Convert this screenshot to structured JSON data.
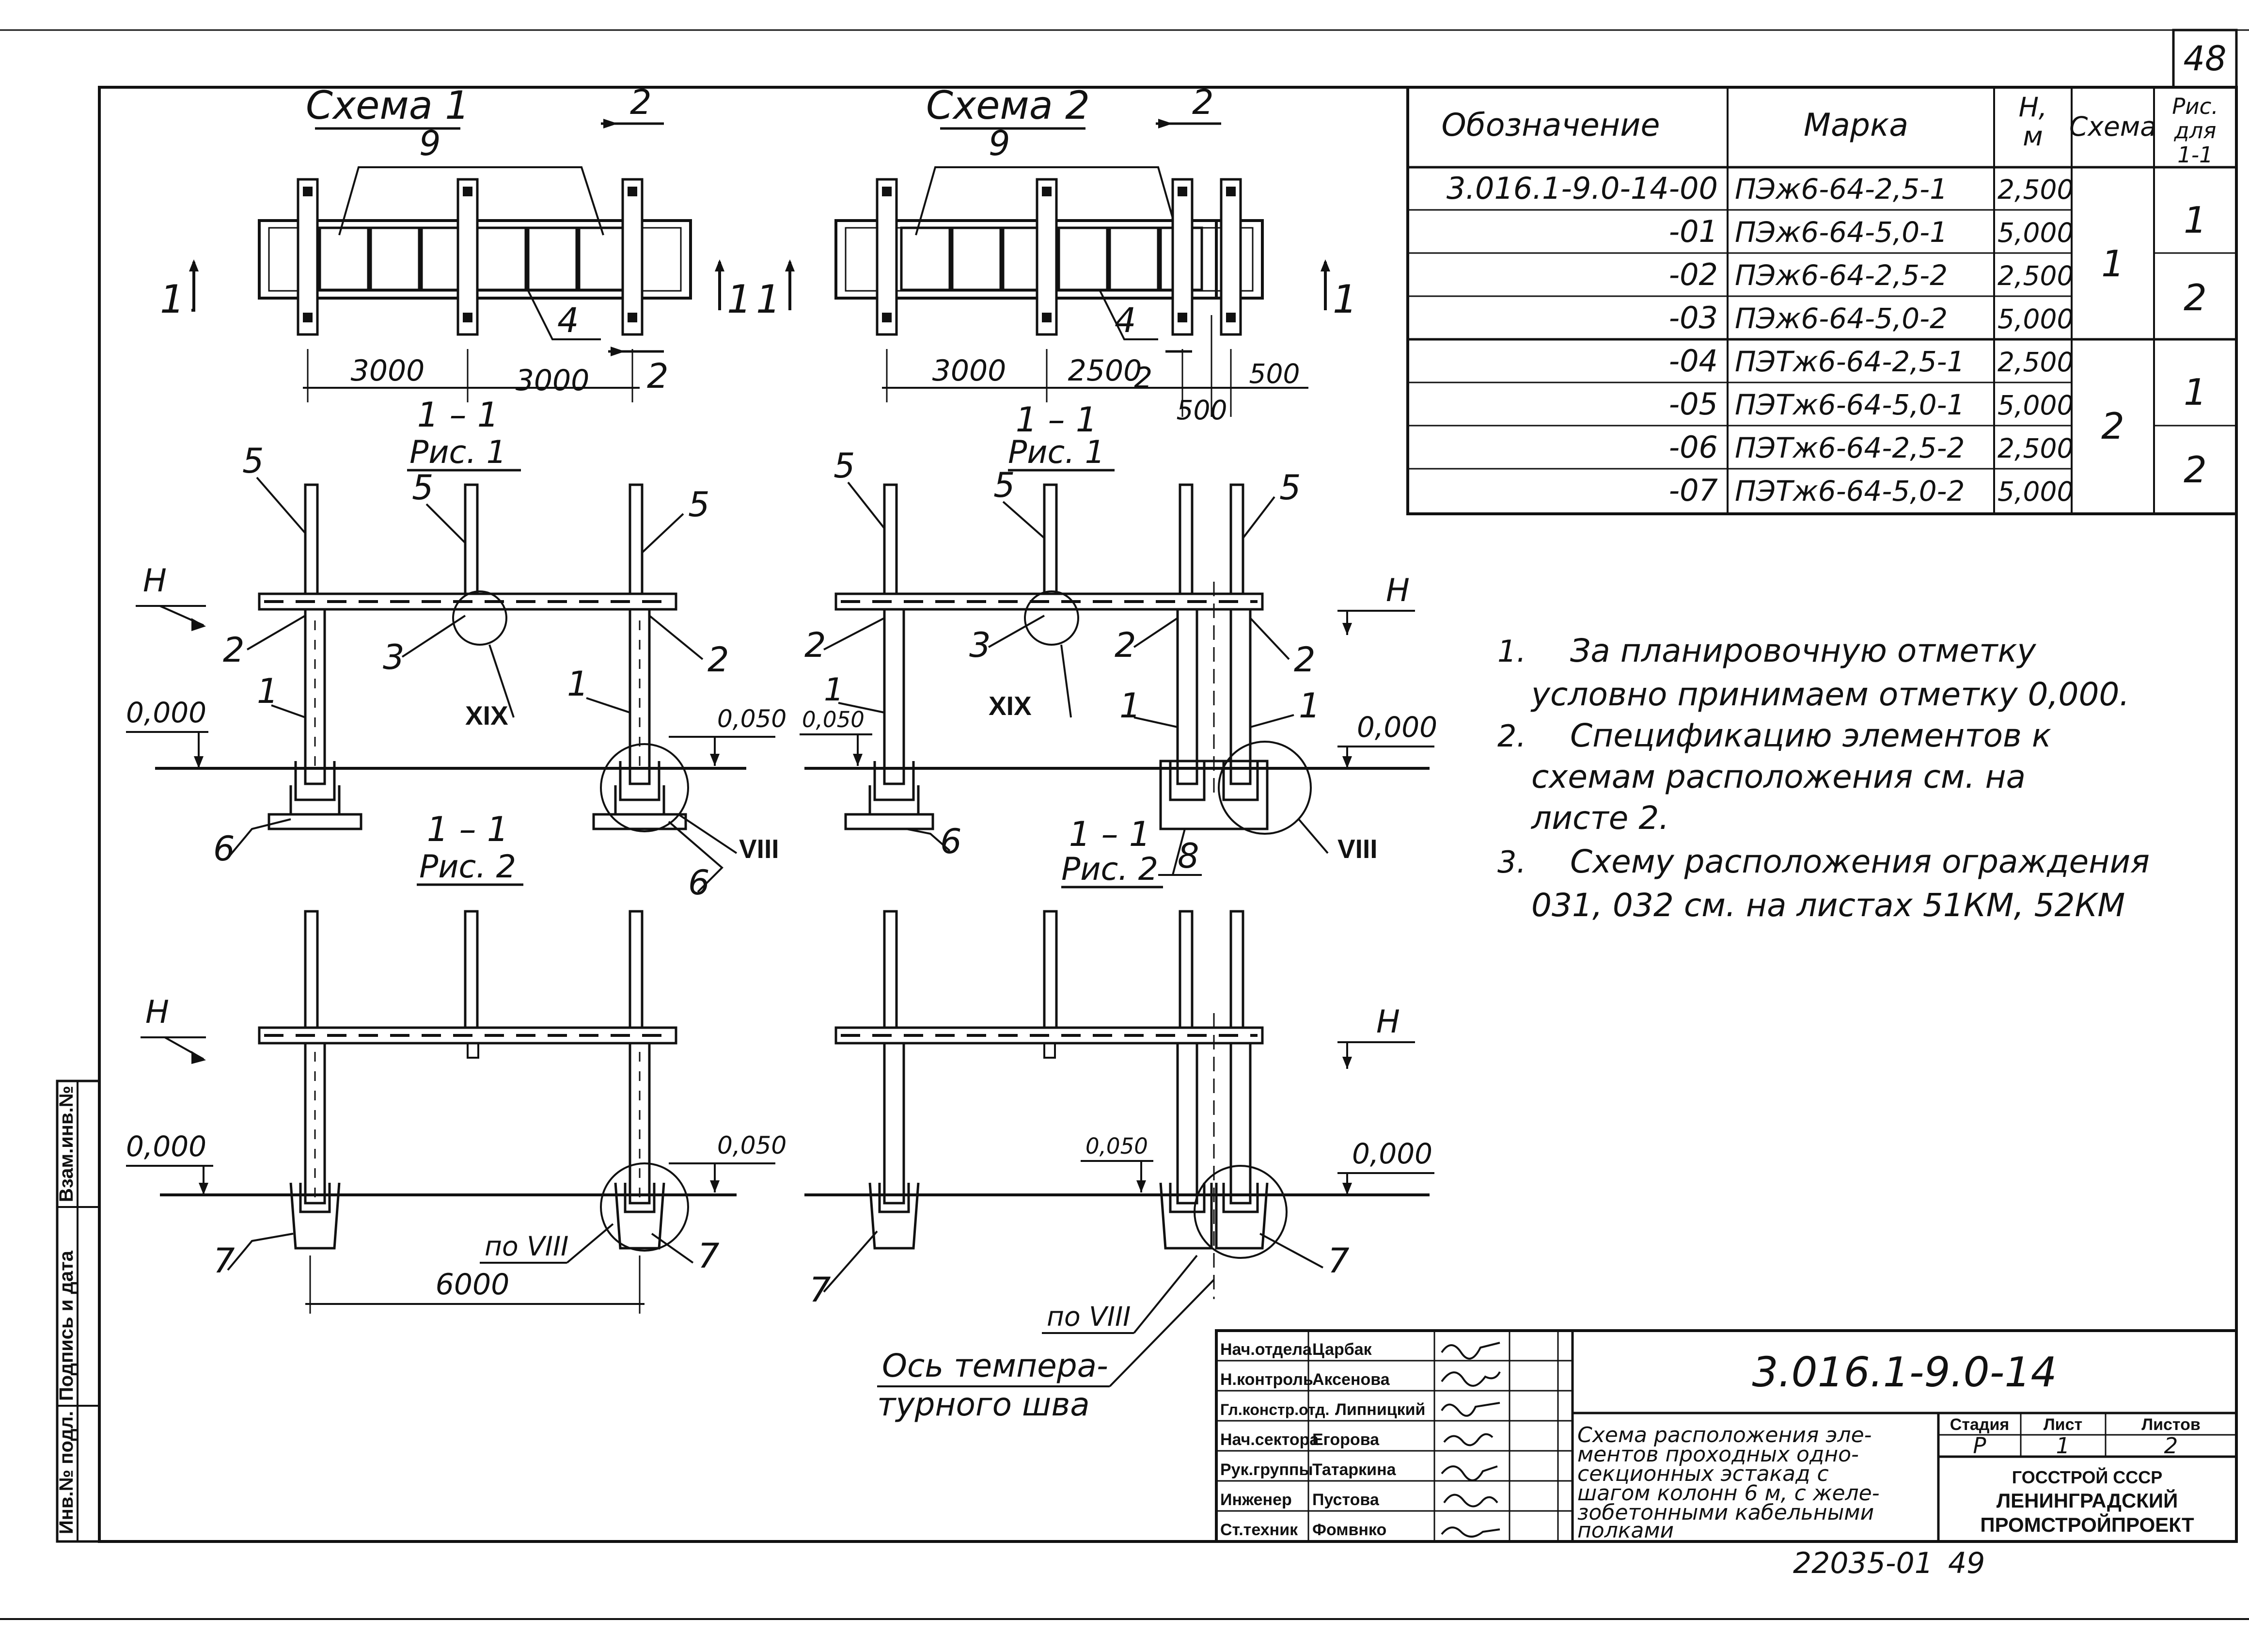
{
  "sheet": {
    "page_number": "48",
    "footer_code": "22035-01",
    "footer_page": "49",
    "colors": {
      "ink": "#111111",
      "paper": "#ffffff"
    }
  },
  "schemes": [
    {
      "title": "Схема 1",
      "label_9": "9",
      "label_4": "4",
      "section": "2",
      "side": "1",
      "dims": [
        "3000",
        "3000"
      ]
    },
    {
      "title": "Схема 2",
      "label_9": "9",
      "label_4": "4",
      "section": "2",
      "side": "1",
      "dims": [
        "3000",
        "2500",
        "500",
        "500"
      ]
    }
  ],
  "sections": [
    {
      "title": "1 – 1",
      "subtitle": "Рис. 1",
      "mark_h": "H",
      "zero": "0,000",
      "level": "0,050",
      "labels": [
        "5",
        "5",
        "5",
        "2",
        "2",
        "3",
        "1",
        "1",
        "6",
        "6"
      ],
      "callouts": [
        "XIX",
        "VIII"
      ]
    },
    {
      "title": "1 – 1",
      "subtitle": "Рис. 1",
      "mark_h": "H",
      "zero": "0,000",
      "level": "0,050",
      "labels": [
        "5",
        "5",
        "5",
        "2",
        "2",
        "2",
        "3",
        "1",
        "1",
        "1",
        "6",
        "8"
      ],
      "callouts": [
        "XIX",
        "VIII"
      ]
    },
    {
      "title": "1 – 1",
      "subtitle": "Рис. 2",
      "mark_h": "H",
      "zero": "0,000",
      "level": "0,050",
      "labels": [
        "7",
        "7"
      ],
      "callouts": [
        "по VIII"
      ],
      "dim": "6000"
    },
    {
      "title": "1 – 1",
      "subtitle": "Рис. 2",
      "mark_h": "H",
      "zero": "0,000",
      "level": "0,050",
      "labels": [
        "7",
        "7"
      ],
      "callouts": [
        "по VIII"
      ],
      "joint_note": [
        "Ось темпера-",
        "турного шва"
      ]
    }
  ],
  "spec_table": {
    "headers": [
      "Обозначение",
      "Марка",
      "H,",
      "м",
      "Схема",
      "Рис.",
      "для",
      "1-1"
    ],
    "rows": [
      {
        "designation": "3.016.1-9.0-14-00",
        "mark": "ПЭж6-64-2,5-1",
        "h": "2,500"
      },
      {
        "designation": "-01",
        "mark": "ПЭж6-64-5,0-1",
        "h": "5,000"
      },
      {
        "designation": "-02",
        "mark": "ПЭж6-64-2,5-2",
        "h": "2,500"
      },
      {
        "designation": "-03",
        "mark": "ПЭж6-64-5,0-2",
        "h": "5,000"
      },
      {
        "designation": "-04",
        "mark": "ПЭТж6-64-2,5-1",
        "h": "2,500"
      },
      {
        "designation": "-05",
        "mark": "ПЭТж6-64-5,0-1",
        "h": "5,000"
      },
      {
        "designation": "-06",
        "mark": "ПЭТж6-64-2,5-2",
        "h": "2,500"
      },
      {
        "designation": "-07",
        "mark": "ПЭТж6-64-5,0-2",
        "h": "5,000"
      }
    ],
    "scheme_values": [
      "1",
      "2"
    ],
    "fig_values": [
      "1",
      "2",
      "1",
      "2"
    ]
  },
  "notes": [
    {
      "num": "1.",
      "lines": [
        "За планировочную отметку",
        "условно принимаем отметку 0,000."
      ]
    },
    {
      "num": "2.",
      "lines": [
        "Спецификацию элементов к",
        "схемам расположения см. на",
        "листе 2."
      ]
    },
    {
      "num": "3.",
      "lines": [
        "Схему расположения ограждения",
        "031, 032 см. на листах 51КМ, 52КМ"
      ]
    }
  ],
  "side_stamp": [
    "Инв.№ подл.",
    "Подпись и дата",
    "Взам.инв.№"
  ],
  "title_block": {
    "doc_code": "3.016.1-9.0-14",
    "roles": [
      "Нач.отдела",
      "Н.контроль",
      "Гл.констр.отд.",
      "Нач.сектора",
      "Рук.группы",
      "Инженер",
      "Ст.техник"
    ],
    "names": [
      "Царбак",
      "Аксенова",
      "Липницкий",
      "Егорова",
      "Татаркина",
      "Пустова",
      "Фомвнко"
    ],
    "description": [
      "Схема расположения эле-",
      "ментов проходных одно-",
      "секционных эстакад с",
      "шагом колонн 6 м, с желе-",
      "зобетонными кабельными",
      "полками"
    ],
    "stage_headers": [
      "Стадия",
      "Лист",
      "Листов"
    ],
    "stage_values": [
      "Р",
      "1",
      "2"
    ],
    "org": [
      "ГОССТРОЙ СССР",
      "ЛЕНИНГРАДСКИЙ",
      "ПРОМСТРОЙПРОЕКТ"
    ]
  }
}
